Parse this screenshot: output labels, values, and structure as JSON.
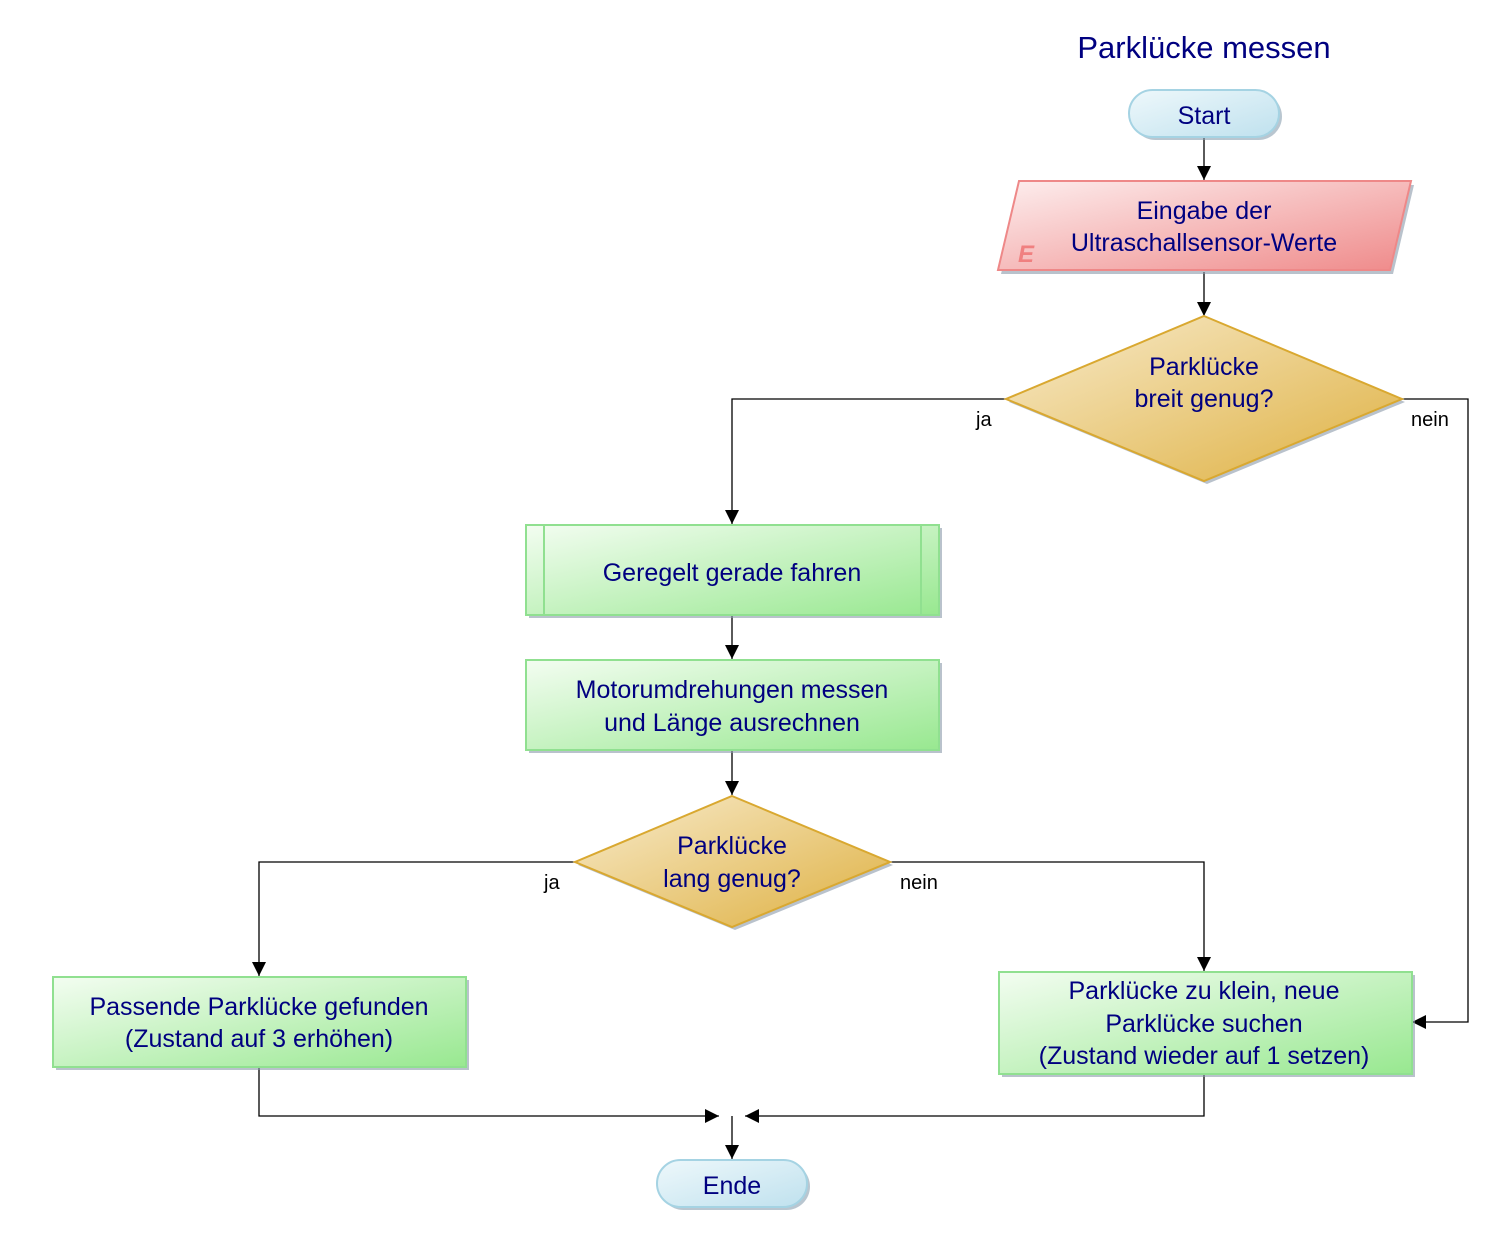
{
  "title": "Parklücke messen",
  "colors": {
    "text": "#000080",
    "terminal_fill": "#d7ecf4",
    "terminal_stroke": "#9fcfe0",
    "input_fill": "#f2a8a8",
    "input_stroke": "#e88080",
    "decision_fill": "#e8c060",
    "decision_stroke": "#d4a020",
    "process_fill": "#b8f0b0",
    "process_stroke": "#88dd88"
  },
  "nodes": {
    "start": {
      "type": "terminal",
      "label": "Start"
    },
    "input": {
      "type": "input",
      "lines": [
        "Eingabe der",
        "Ultraschallsensor-Werte"
      ],
      "badge": "E"
    },
    "decision1": {
      "type": "decision",
      "lines": [
        "Parklücke",
        "breit genug?"
      ]
    },
    "subprocess": {
      "type": "predefined-process",
      "label": "Geregelt gerade fahren"
    },
    "process1": {
      "type": "process",
      "lines": [
        "Motorumdrehungen messen",
        "und Länge ausrechnen"
      ]
    },
    "decision2": {
      "type": "decision",
      "lines": [
        "Parklücke",
        "lang genug?"
      ]
    },
    "found": {
      "type": "process",
      "lines": [
        "Passende Parklücke gefunden",
        "(Zustand auf 3 erhöhen)"
      ]
    },
    "too_small": {
      "type": "process",
      "lines": [
        "Parklücke zu klein, neue",
        "Parklücke suchen",
        "(Zustand wieder auf 1 setzen)"
      ]
    },
    "end": {
      "type": "terminal",
      "label": "Ende"
    }
  },
  "edges": [
    {
      "from": "start",
      "to": "input",
      "label": ""
    },
    {
      "from": "input",
      "to": "decision1",
      "label": ""
    },
    {
      "from": "decision1",
      "to": "subprocess",
      "label": "ja"
    },
    {
      "from": "decision1",
      "to": "too_small",
      "label": "nein"
    },
    {
      "from": "subprocess",
      "to": "process1",
      "label": ""
    },
    {
      "from": "process1",
      "to": "decision2",
      "label": ""
    },
    {
      "from": "decision2",
      "to": "found",
      "label": "ja"
    },
    {
      "from": "decision2",
      "to": "too_small",
      "label": "nein"
    },
    {
      "from": "found",
      "to": "end",
      "label": ""
    },
    {
      "from": "too_small",
      "to": "end",
      "label": ""
    }
  ],
  "labels": {
    "d1_yes": "ja",
    "d1_no": "nein",
    "d2_yes": "ja",
    "d2_no": "nein"
  }
}
